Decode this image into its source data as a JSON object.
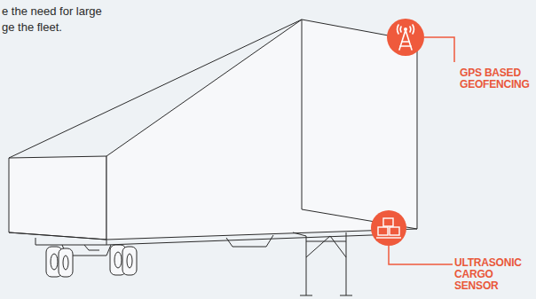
{
  "diagram": {
    "labels": [
      "e the need for large",
      "ge the fleet.",
      "GPS BASED GEOFENCING",
      "ULTRASONIC CARGO SENSOR"
    ]
  }
}
